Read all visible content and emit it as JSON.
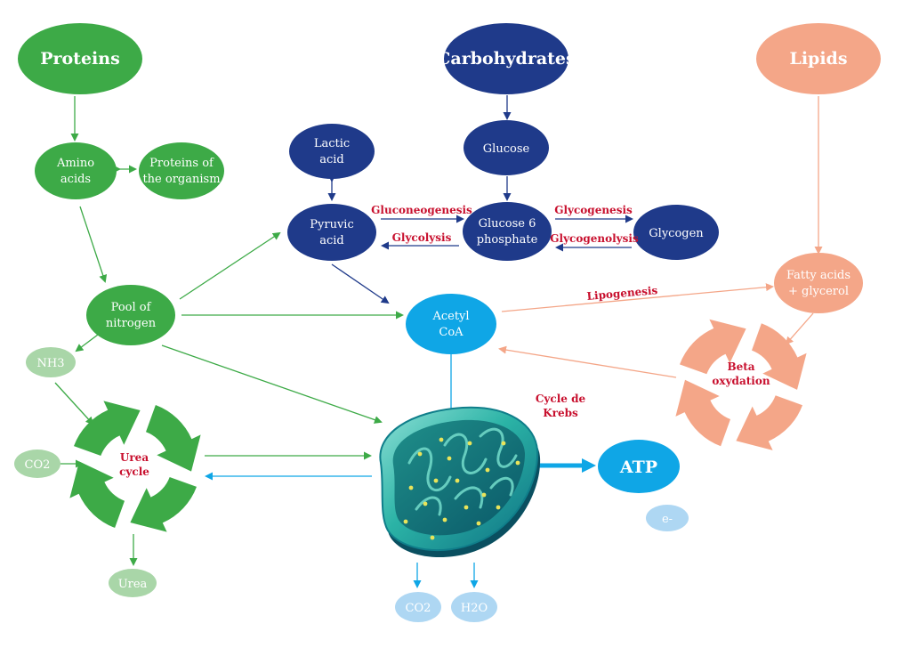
{
  "nodes": {
    "proteins": "Proteins",
    "carbohydrates": "Carbohydrates",
    "lipids": "Lipids",
    "amino_acids": [
      "Amino",
      "acids"
    ],
    "proteins_of_organism": [
      "Proteins of",
      "the organism"
    ],
    "lactic_acid": [
      "Lactic",
      "acid"
    ],
    "glucose": "Glucose",
    "pyruvic_acid": [
      "Pyruvic",
      "acid"
    ],
    "glucose6p": [
      "Glucose 6",
      "phosphate"
    ],
    "glycogen": "Glycogen",
    "pool_nitrogen": [
      "Pool of",
      "nitrogen"
    ],
    "acetyl_coa": [
      "Acetyl",
      "CoA"
    ],
    "fatty_acids": [
      "Fatty acids",
      "+ glycerol"
    ],
    "nh3": "NH3",
    "co2_left": "CO2",
    "urea": "Urea",
    "atp": "ATP",
    "e_minus": "e-",
    "co2_bottom": "CO2",
    "h2o": "H2O"
  },
  "labels": {
    "gluconeogenesis": "Gluconeogenesis",
    "glycolysis": "Glycolysis",
    "glycogenesis": "Glycogenesis",
    "glycogenolysis": "Glycogenolysis",
    "lipogenesis": "Lipogenesis",
    "beta_oxydation": [
      "Beta",
      "oxydation"
    ],
    "urea_cycle": [
      "Urea",
      "cycle"
    ],
    "krebs": [
      "Cycle de",
      "Krebs"
    ]
  },
  "colors": {
    "protein_green": "#3daa47",
    "pale_green": "#a9d6a8",
    "carb_navy": "#1f3a8a",
    "lipid_salmon": "#f4a688",
    "cyan": "#0fa6e6",
    "pale_blue": "#aed7f3",
    "red_label": "#c8102e"
  }
}
